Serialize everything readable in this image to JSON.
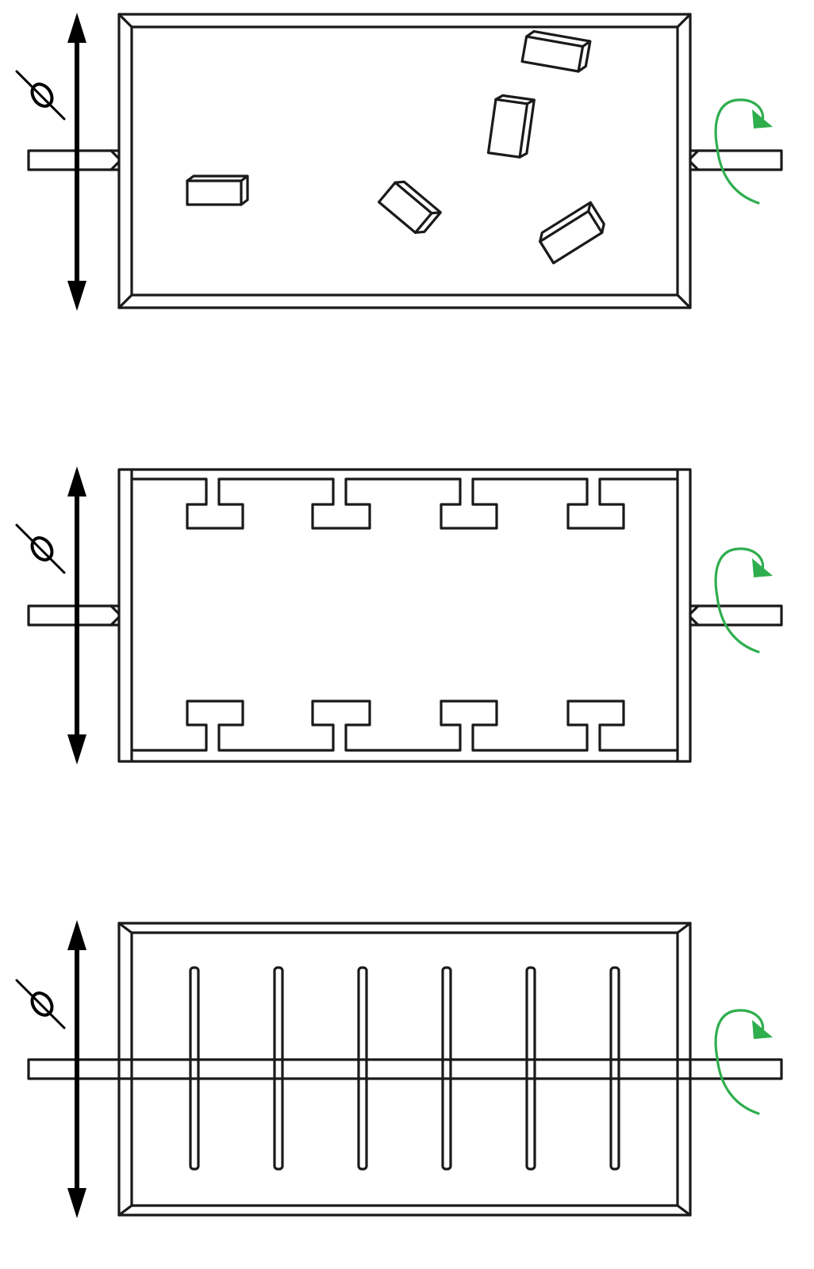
{
  "figure": {
    "panels": [
      {
        "name": "drum-with-loose-particles",
        "internal_element": "loose-prism-particles",
        "particle_count": 5,
        "icons": [
          "vertical-oscillation-arrow",
          "phase-symbol-icon",
          "rotation-arrow-icon"
        ]
      },
      {
        "name": "drum-with-t-shaped-lifters",
        "internal_element": "t-shaped-lifters",
        "lifter_count_per_wall": 4,
        "icons": [
          "vertical-oscillation-arrow",
          "phase-symbol-icon",
          "rotation-arrow-icon"
        ]
      },
      {
        "name": "drum-with-transverse-paddles",
        "internal_element": "shaft-paddles",
        "paddle_count": 6,
        "icons": [
          "vertical-oscillation-arrow",
          "phase-symbol-icon",
          "rotation-arrow-icon"
        ]
      }
    ],
    "colors": {
      "outline": "#1a1a1a",
      "oscillation_arrow": "#000000",
      "rotation_arrow": "#2fae4e",
      "background": "#ffffff"
    }
  }
}
